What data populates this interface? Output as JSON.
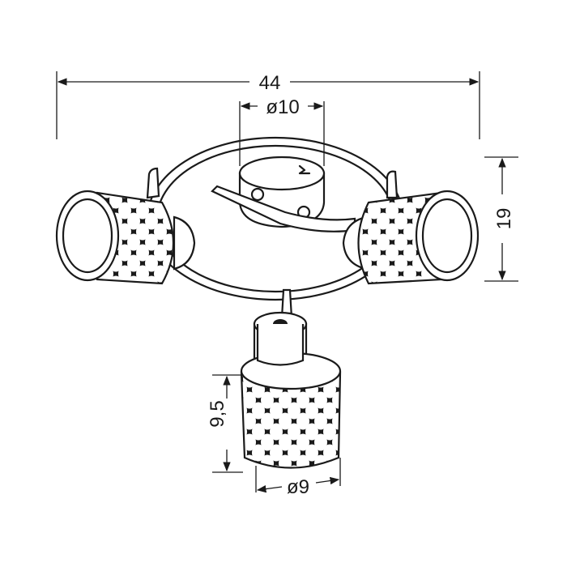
{
  "dimensions": {
    "total_width": "44",
    "base_diameter": "ø10",
    "height": "19",
    "shade_height": "9,5",
    "shade_diameter": "ø9"
  }
}
